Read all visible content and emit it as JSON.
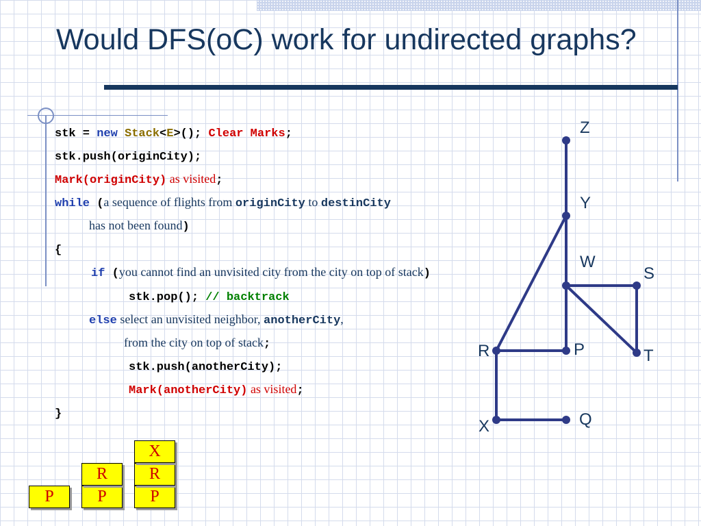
{
  "slide": {
    "title": "Would DFS(oC) work for undirected graphs?"
  },
  "code": {
    "l1": {
      "a": "stk = ",
      "b": "new",
      "c": " Stack",
      "d": "<",
      "e": "E",
      "f": ">();",
      "g": " Clear Marks",
      "h": ";"
    },
    "l2": {
      "a": "stk.push(originCity);"
    },
    "l3": {
      "a": "Mark(originCity)",
      "b": " as visited",
      "c": ";"
    },
    "l4": {
      "a": "while",
      "b": " (",
      "c": "a sequence of flights from ",
      "d": "originCity",
      "e": " to ",
      "f": "destinCity"
    },
    "l5": {
      "a": "has not been found",
      "b": ")"
    },
    "l6": {
      "a": "{"
    },
    "l7": {
      "a": "if",
      "b": " (",
      "c": "you cannot find an unvisited city from the city on top of stack",
      "d": ")"
    },
    "l8": {
      "a": "stk.pop();",
      "b": "  // backtrack"
    },
    "l9": {
      "a": "else",
      "b": " select an unvisited neighbor, ",
      "c": "anotherCity",
      "d": ","
    },
    "l10": {
      "a": "from the city on top of stack",
      "b": ";"
    },
    "l11": {
      "a": "stk.push(anotherCity);"
    },
    "l12": {
      "a": "Mark(anotherCity)",
      "b": " as visited",
      "c": ";"
    },
    "l13": {
      "a": "}"
    }
  },
  "graph": {
    "nodes": [
      "Z",
      "Y",
      "W",
      "S",
      "R",
      "P",
      "T",
      "X",
      "Q"
    ]
  },
  "stacks": [
    [
      "P"
    ],
    [
      "P",
      "R"
    ],
    [
      "P",
      "R",
      "X"
    ]
  ],
  "colors": {
    "title": "#17375e",
    "graph_line": "#2e3a87",
    "keyword": "#1f3fae",
    "red_text": "#d00000",
    "comment": "#008000",
    "stack_fill": "#ffff00",
    "stack_text": "#cc0000"
  }
}
